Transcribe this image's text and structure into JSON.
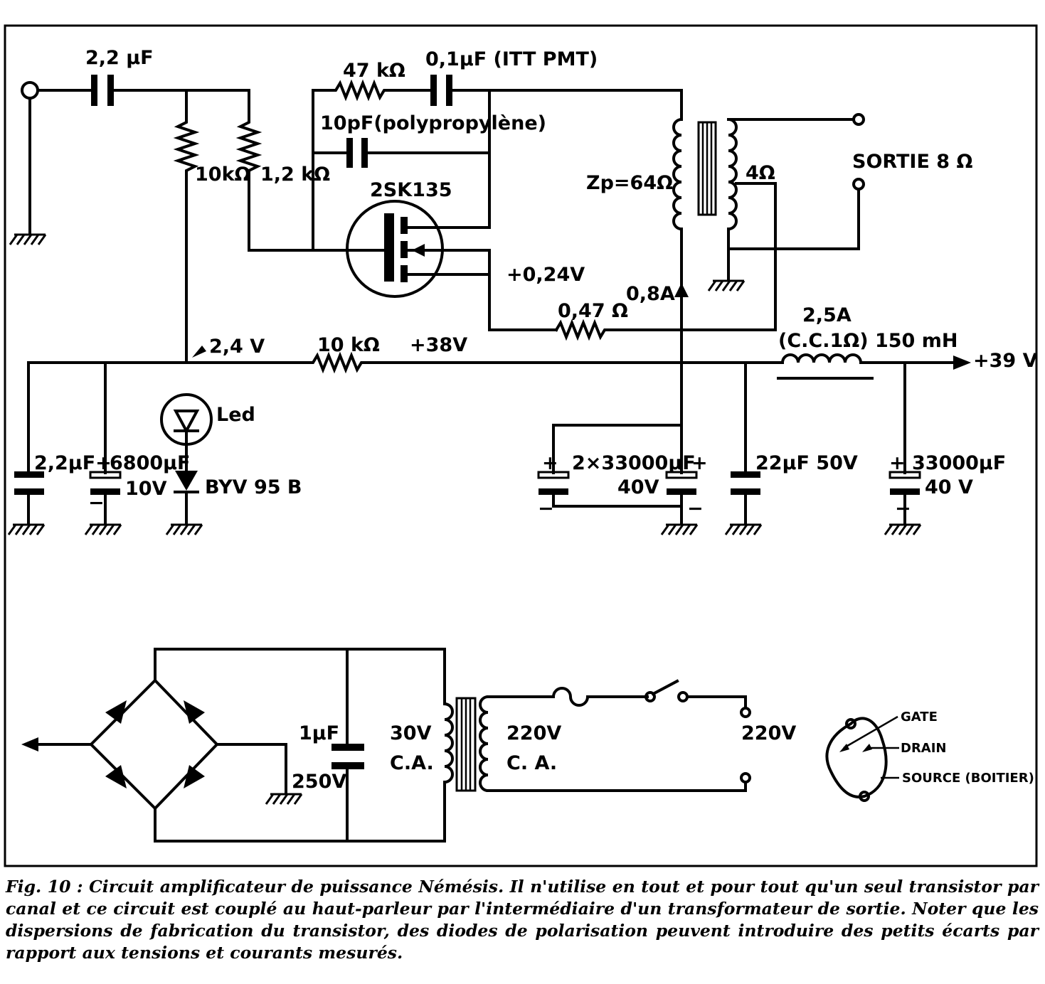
{
  "figure": {
    "labels": {
      "c_in": "2,2 µF",
      "r_fb": "47 kΩ",
      "c_fb": "0,1µF (ITT PMT)",
      "c_fb2": "10pF(polypropylène)",
      "r_bias1": "10kΩ",
      "r_bias2": "1,2 kΩ",
      "transistor": "2SK135",
      "source_v": "+0,24V",
      "drain_i": "0,8A",
      "r_src": "0,47 Ω",
      "zp": "Zp=64Ω",
      "tap": "4Ω",
      "output": "SORTIE 8 Ω",
      "choke_i": "2,5A",
      "choke": "(C.C.1Ω) 150 mH",
      "out_v": "+39 V",
      "node_v": "2,4 V",
      "r_led": "10 kΩ",
      "supply_v": "+38V",
      "led": "Led",
      "c1": "2,2µF+",
      "c2a": "6800µF",
      "c2b": "10V",
      "diode": "BYV 95 B",
      "c_main_a": "2×33000µF",
      "c_main_b": "40V",
      "c_dec": "22µF 50V",
      "c_out_a": "33000µF",
      "c_out_b": "40 V",
      "c_ps_a": "1µF",
      "c_ps_b": "250V",
      "sec_v": "30V",
      "sec_ca": "C.A.",
      "pri_v": "220V",
      "pri_ca": "C. A.",
      "mains": "220V",
      "gate": "GATE",
      "drain": "DRAIN",
      "source": "SOURCE (BOITIER)",
      "plus": "+",
      "minus": "−"
    },
    "caption": "Fig. 10 : Circuit amplificateur de puissance Némésis. Il n'utilise en tout et pour tout qu'un seul transistor par canal et ce circuit est couplé au haut-parleur par l'intermédiaire d'un transformateur de sortie. Noter que les dispersions de fabrication du transistor, des diodes de polarisation peuvent introduire des petits écarts par rapport aux tensions et courants mesurés."
  }
}
